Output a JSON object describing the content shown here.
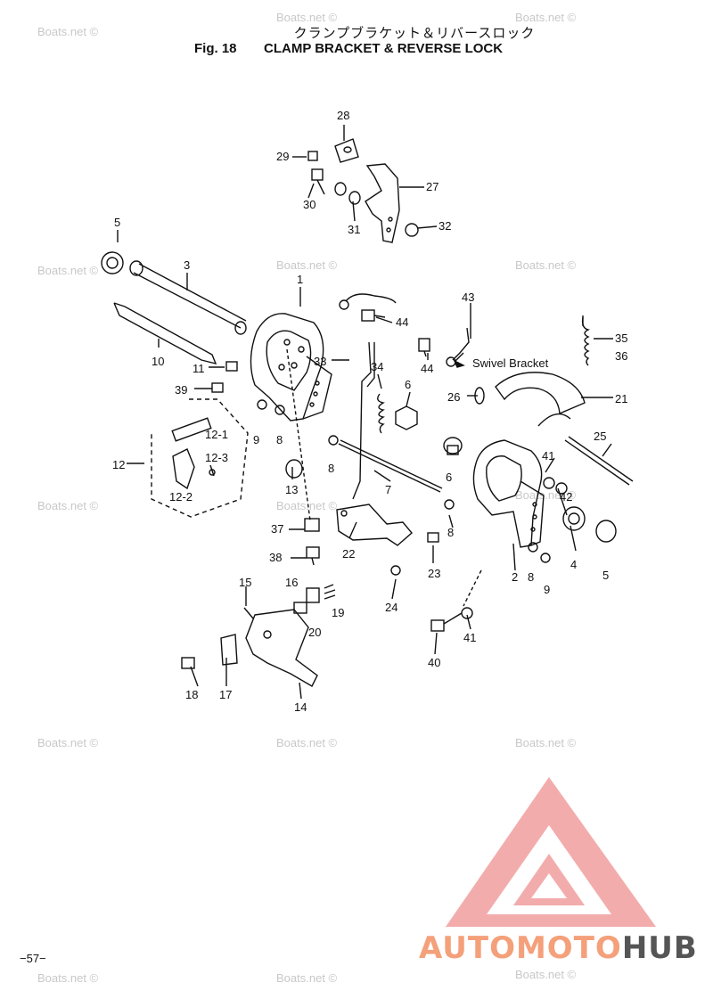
{
  "header": {
    "title_jp": "クランプブラケット＆リバースロック",
    "fig_no": "Fig. 18",
    "fig_title": "CLAMP BRACKET & REVERSE LOCK"
  },
  "watermark": "Boats.net ©",
  "footer": {
    "page": "−57−"
  },
  "logo": {
    "part1": "AUTOMOTO",
    "part2": "HUB",
    "color1": "#f4a07a",
    "color2": "#555555",
    "triangle_color": "#f08080"
  },
  "annotation": "Swivel Bracket",
  "callouts": [
    "28",
    "29",
    "27",
    "30",
    "31",
    "32",
    "5",
    "3",
    "1",
    "43",
    "44",
    "44",
    "35",
    "36",
    "10",
    "11",
    "33",
    "34",
    "39",
    "6",
    "26",
    "21",
    "12-1",
    "9",
    "8",
    "12",
    "12-3",
    "8",
    "25",
    "12-2",
    "13",
    "7",
    "6",
    "41",
    "42",
    "37",
    "22",
    "8",
    "4",
    "5",
    "38",
    "23",
    "2",
    "8",
    "9",
    "15",
    "16",
    "19",
    "24",
    "41",
    "20",
    "18",
    "17",
    "14",
    "40"
  ]
}
